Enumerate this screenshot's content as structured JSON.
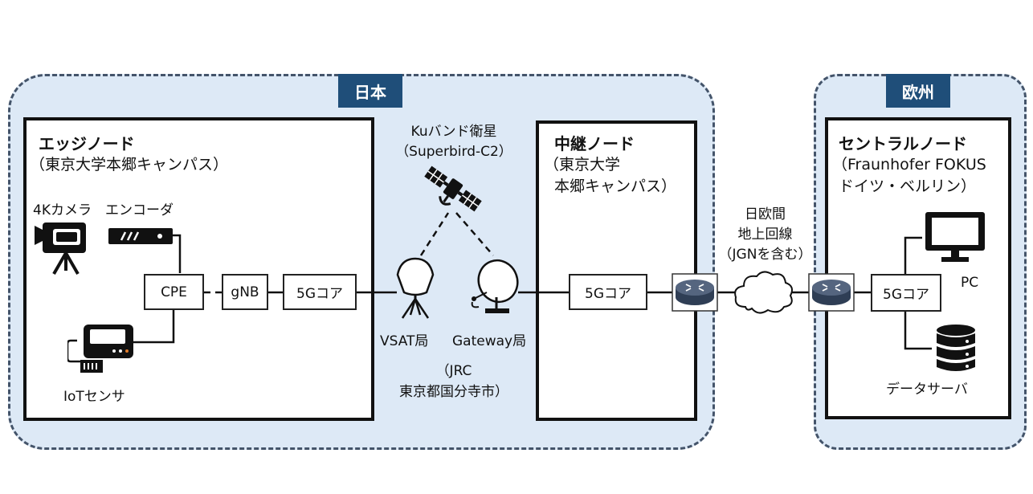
{
  "regions": {
    "japan_label": "日本",
    "europe_label": "欧州"
  },
  "edge_node": {
    "title": "エッジノード",
    "subtitle": "（東京大学本郷キャンパス）",
    "camera_label": "4Kカメラ",
    "encoder_label": "エンコーダ",
    "cpe_label": "CPE",
    "gnb_label": "gNB",
    "core_label": "5Gコア",
    "sensor_label": "IoTセンサ"
  },
  "satellite": {
    "name_line1": "Kuバンド衛星",
    "name_line2": "（Superbird-C2）",
    "vsat_label": "VSAT局",
    "gateway_label": "Gateway局",
    "site_line1": "（JRC",
    "site_line2": "東京都国分寺市）"
  },
  "relay_node": {
    "title": "中継ノード",
    "subtitle_line1": "（東京大学",
    "subtitle_line2": "本郷キャンパス）",
    "core_label": "5Gコア"
  },
  "link": {
    "line1": "日欧間",
    "line2": "地上回線",
    "line3": "（JGNを含む）"
  },
  "central_node": {
    "title": "セントラルノード",
    "subtitle_line1": "（Fraunhofer FOKUS",
    "subtitle_line2": "ドイツ・ベルリン）",
    "core_label": "5Gコア",
    "pc_label": "PC",
    "server_label": "データサーバ"
  },
  "colors": {
    "region_fill": "#dde9f6",
    "region_border": "#44546a",
    "label_fill": "#1f4e79",
    "router_fill": "#2f3e55"
  },
  "icons": [
    "video-camera-icon",
    "encoder-icon",
    "iot-sensor-icon",
    "satellite-icon",
    "vsat-antenna-icon",
    "gateway-dish-icon",
    "router-icon",
    "cloud-icon",
    "monitor-icon",
    "database-icon"
  ]
}
